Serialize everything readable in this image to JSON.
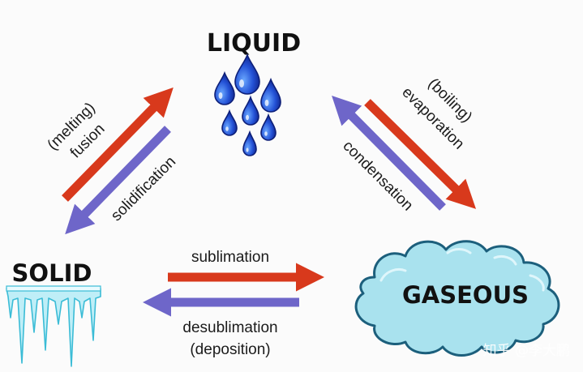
{
  "phases": {
    "liquid": "LIQUID",
    "solid": "SOLID",
    "gaseous": "GASEOUS"
  },
  "transitions": {
    "melting": "(melting)",
    "fusion": "fusion",
    "solidification": "solidification",
    "boiling": "(boiling)",
    "evaporation": "evaporation",
    "condensation": "condensation",
    "sublimation": "sublimation",
    "desublimation": "desublimation",
    "deposition": "(deposition)"
  },
  "watermark": "知乎 @李大鹏",
  "colors": {
    "forward_arrow": "#d8391c",
    "reverse_arrow": "#6e66c9",
    "water": "#1f3fbf",
    "ice": "#bfeef7",
    "cloud": "#a9e2ee",
    "cloud_outline": "#1c5f7c"
  },
  "icons": [
    "water-drops-icon",
    "icicles-icon",
    "cloud-icon"
  ]
}
